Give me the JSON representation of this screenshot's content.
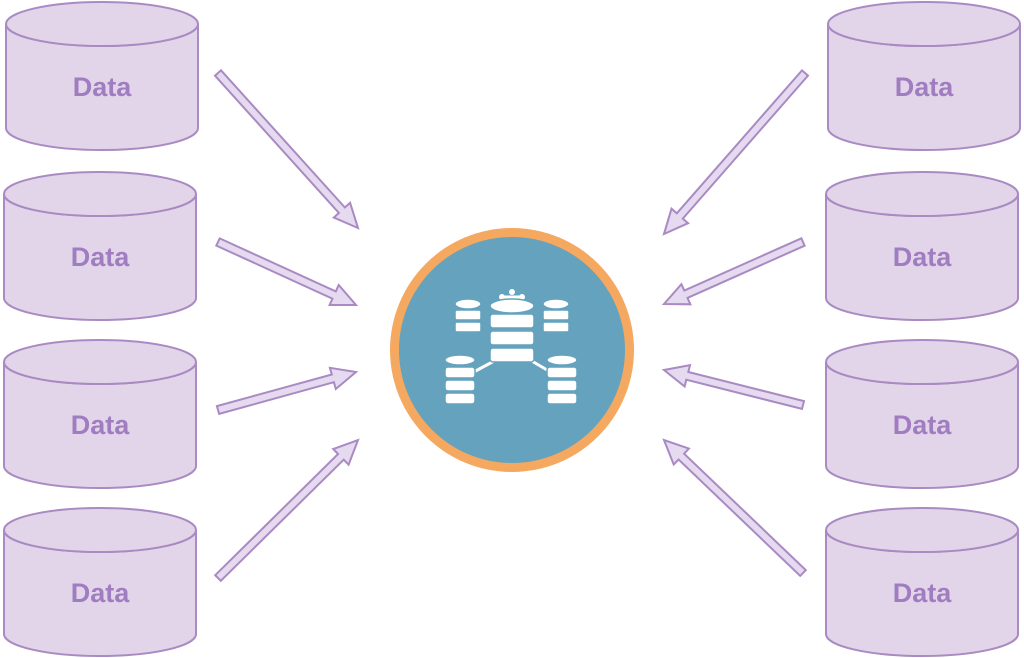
{
  "colors": {
    "cylinder_fill": "#e2d5ea",
    "cylinder_stroke": "#a98ac2",
    "label": "#a07cc0",
    "arrow_fill": "#e6daf0",
    "arrow_stroke": "#a98ac2",
    "hub_ring": "#f5a85f",
    "hub_fill": "#64a2bd",
    "hub_icon": "#ffffff"
  },
  "hub": {
    "icon": "distributed-database-icon"
  },
  "sources": {
    "left": [
      {
        "label": "Data"
      },
      {
        "label": "Data"
      },
      {
        "label": "Data"
      },
      {
        "label": "Data"
      }
    ],
    "right": [
      {
        "label": "Data"
      },
      {
        "label": "Data"
      },
      {
        "label": "Data"
      },
      {
        "label": "Data"
      }
    ]
  }
}
